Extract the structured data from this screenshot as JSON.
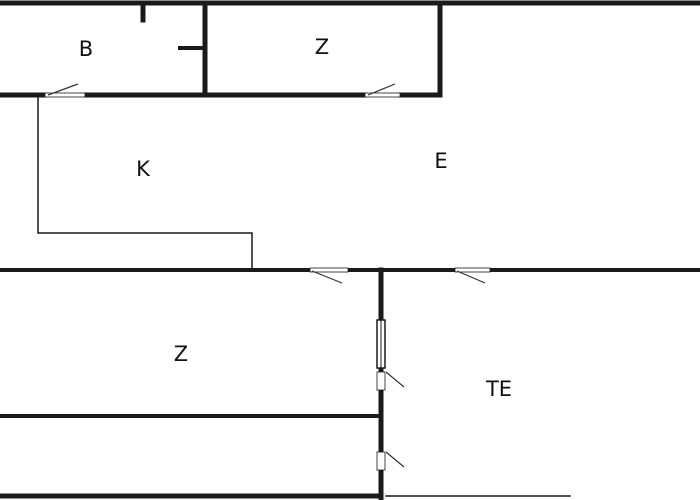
{
  "rooms": [
    {
      "id": "bathroom",
      "label": "B"
    },
    {
      "id": "room-top",
      "label": "Z"
    },
    {
      "id": "kitchen",
      "label": "K"
    },
    {
      "id": "hall",
      "label": "E"
    },
    {
      "id": "room-bottom",
      "label": "Z"
    },
    {
      "id": "terrace",
      "label": "TE"
    }
  ],
  "colors": {
    "wall": "#1a1a1a",
    "background": "#ffffff"
  }
}
